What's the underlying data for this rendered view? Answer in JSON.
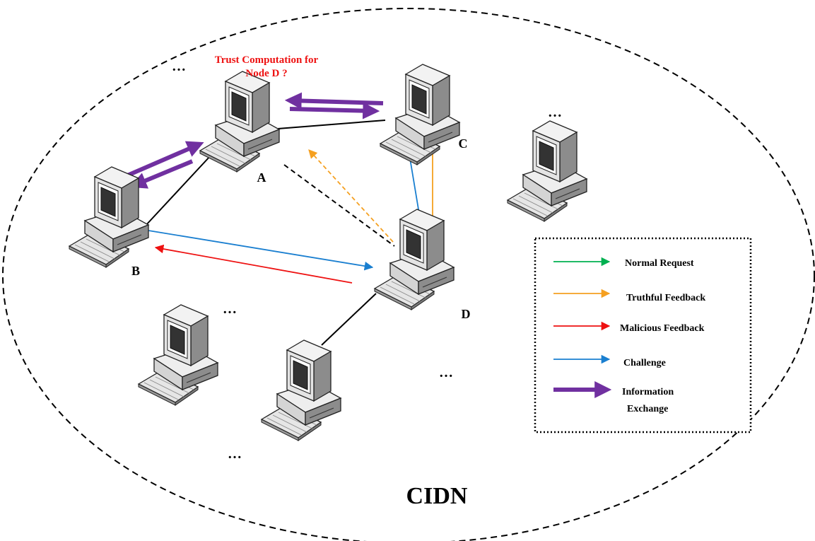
{
  "title_annotation": [
    "Trust Computation for",
    "Node D ?"
  ],
  "network_label": "CIDN",
  "nodes": {
    "a": "A",
    "b": "B",
    "c": "C",
    "d": "D"
  },
  "ellipsis": "…",
  "legend": {
    "normal_request": "Normal Request",
    "truthful_feedback": "Truthful Feedback",
    "malicious_feedback": "Malicious Feedback",
    "challenge": "Challenge",
    "information_exchange": [
      "Information",
      "Exchange"
    ]
  },
  "colors": {
    "normal_request": "#00b050",
    "truthful_feedback": "#f5a020",
    "malicious_feedback": "#ee1111",
    "challenge": "#1a7fd0",
    "information_exchange": "#7030a0",
    "annotation": "#ee1111"
  }
}
